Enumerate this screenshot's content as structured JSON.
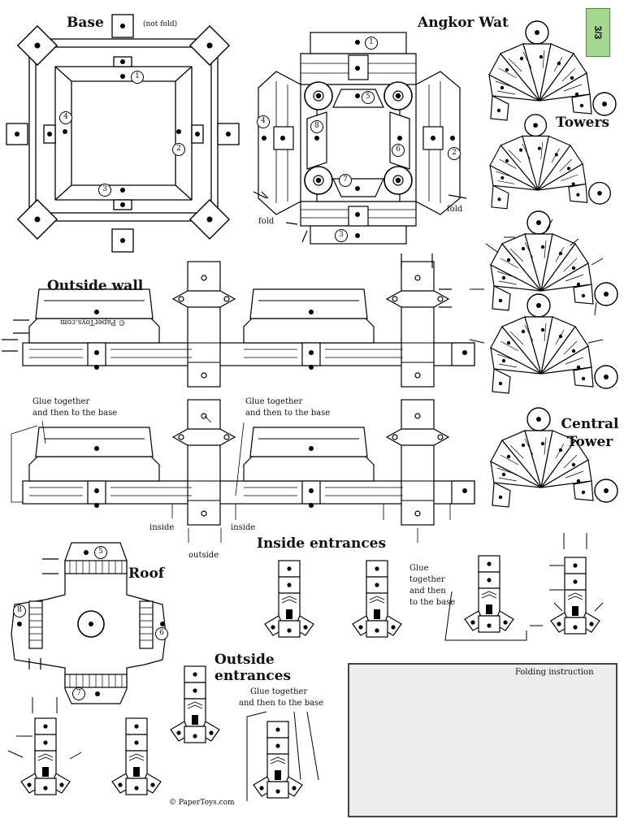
{
  "page": {
    "number": "3/3"
  },
  "titles": {
    "base": "Base",
    "not_fold": "(not fold)",
    "angkor_wat": "Angkor Wat",
    "towers": "Towers",
    "outside_wall": "Outside wall",
    "central_tower_1": "Central",
    "central_tower_2": "Tower",
    "roof": "Roof",
    "inside_entrances": "Inside entrances",
    "outside_entrances_1": "Outside",
    "outside_entrances_2": "entrances",
    "folding_instruction": "Folding instruction"
  },
  "notes": {
    "fold": "fold",
    "glue_l1": "Glue together",
    "glue_l2": "and then to the base",
    "glue_short_1": "Glue",
    "glue_short_2": "together",
    "glue_short_3": "and then",
    "glue_short_4": "to the base",
    "inside": "inside",
    "outside": "outside",
    "watermark": "© PaperToys.com",
    "credit": "© PaperToys.com"
  },
  "labels": {
    "n1": "1",
    "n2": "2",
    "n3": "3",
    "n4": "4",
    "n5": "5",
    "n6": "6",
    "n7": "7",
    "n8": "8"
  }
}
